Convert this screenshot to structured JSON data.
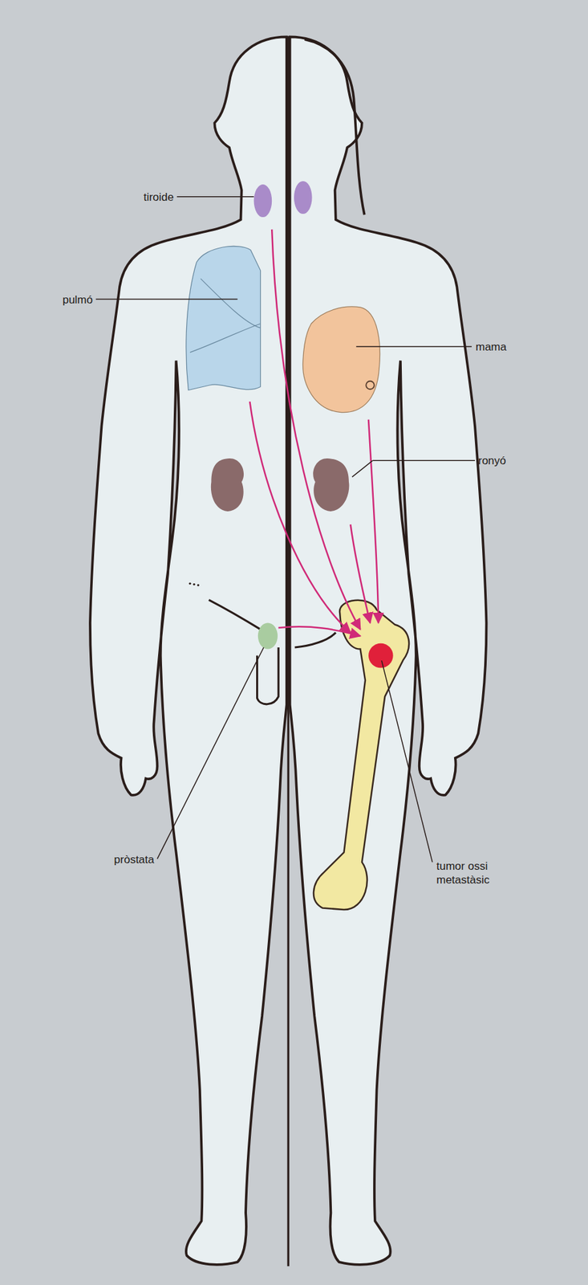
{
  "diagram": {
    "labels": [
      "tiroide",
      "pulmó",
      "mama",
      "ronyó",
      "pròstata",
      "tumor ossi metastàsic"
    ]
  }
}
